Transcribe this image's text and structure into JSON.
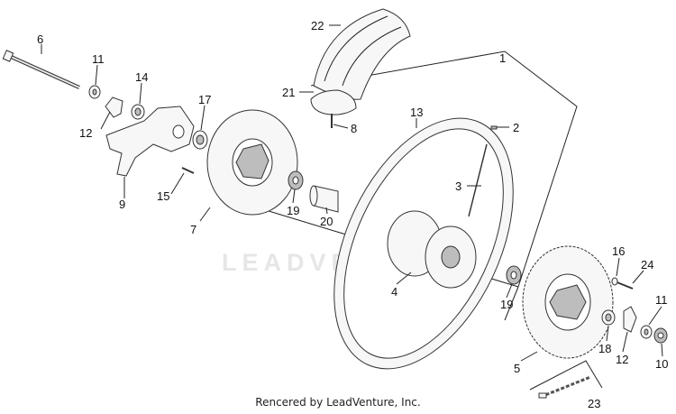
{
  "diagram": {
    "watermark": "LEADVENTURE",
    "footer": "Rencered by LeadVenture, Inc.",
    "callouts": [
      "1",
      "2",
      "3",
      "4",
      "5",
      "6",
      "7",
      "8",
      "9",
      "10",
      "11",
      "11",
      "12",
      "12",
      "13",
      "14",
      "15",
      "16",
      "17",
      "18",
      "19",
      "19",
      "20",
      "21",
      "22",
      "23",
      "24"
    ]
  }
}
